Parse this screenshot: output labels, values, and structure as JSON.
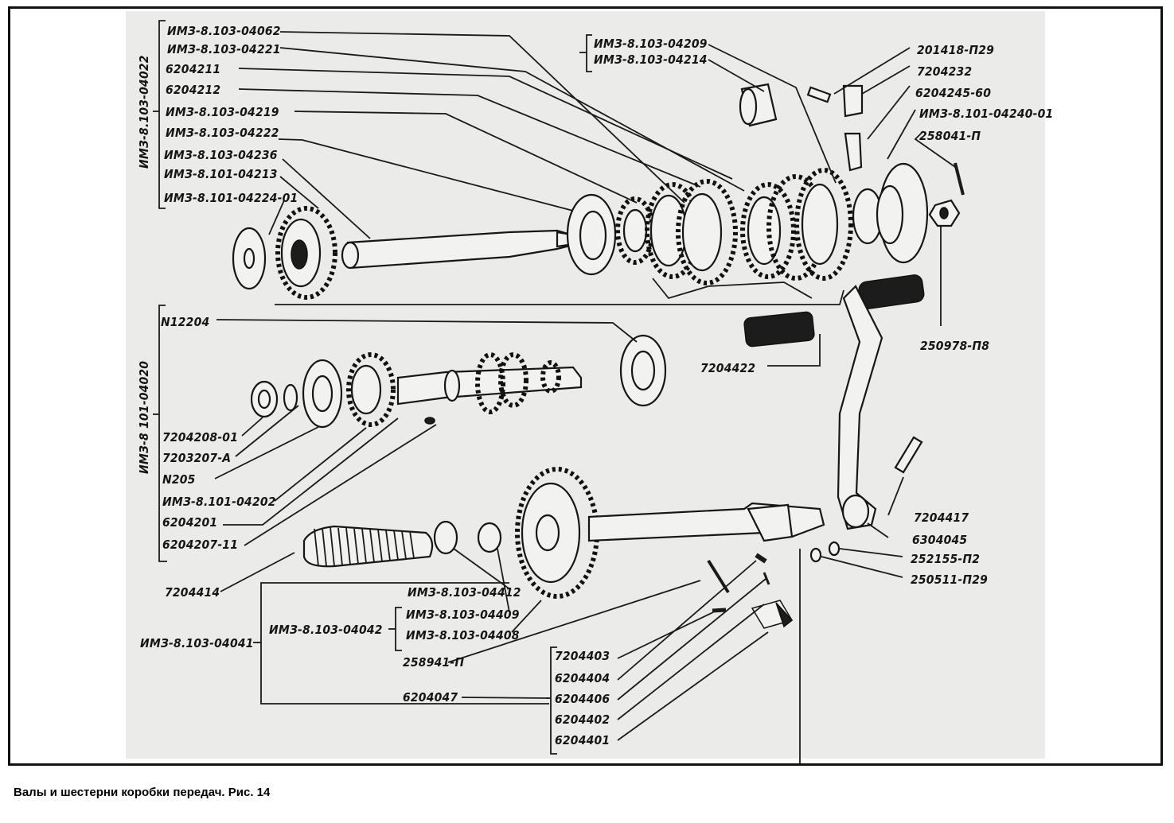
{
  "figure": {
    "caption": "Валы и шестерни коробки передач. Рис. 14",
    "groups": {
      "input_shaft_assembly": "ИМЗ-8.103-04022",
      "countershaft_assembly": "ИМЗ-8 101-04020",
      "kickstart_shaft_assembly": "ИМЗ-8.103-04041",
      "kickstart_subassembly": "ИМЗ-8.103-04042"
    },
    "labels": {
      "top_left": [
        "ИМЗ-8.103-04062",
        "ИМЗ-8.103-04221",
        "6204211",
        "6204212",
        "ИМЗ-8.103-04219",
        "ИМЗ-8.103-04222",
        "ИМЗ-8.103-04236",
        "ИМЗ-8.101-04213",
        "ИМЗ-8.101-04224-01"
      ],
      "top_middle": [
        "ИМЗ-8.103-04209",
        "ИМЗ-8.103-04214"
      ],
      "top_right": [
        "201418-П29",
        "7204232",
        "6204245-60",
        "ИМЗ-8.101-04240-01",
        "258041-П"
      ],
      "right_mid": "250978-П8",
      "bush": "7204422",
      "middle_left": {
        "top": "N12204",
        "bottom": [
          "7204208-01",
          "7203207-А",
          "N205",
          "ИМЗ-8.101-04202",
          "6204201",
          "6204207-11"
        ]
      },
      "right_lower": [
        "7204417",
        "6304045",
        "252155-П2",
        "250511-П29"
      ],
      "spring": "7204414",
      "lower_middle": [
        "ИМЗ-8.103-04412",
        "ИМЗ-8.103-04409",
        "ИМЗ-8.103-04408",
        "258941-П",
        "6204047"
      ],
      "lower_right": [
        "7204403",
        "6204404",
        "6204406",
        "6204402",
        "6204401"
      ]
    }
  }
}
